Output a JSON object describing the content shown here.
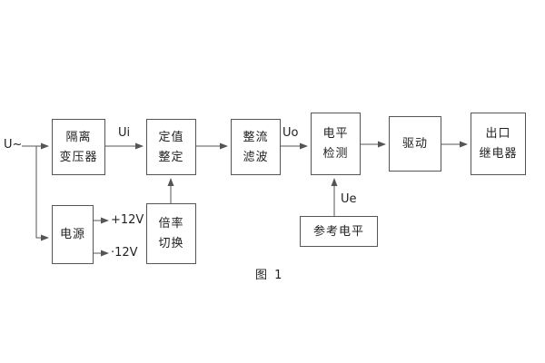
{
  "caption": "图 1",
  "input_label": "U~",
  "signals": {
    "ui": "Ui",
    "uo": "Uo",
    "ue": "Ue",
    "p12": "+12V",
    "n12": "·12V"
  },
  "blocks": {
    "transformer": [
      "隔离",
      "变压器"
    ],
    "setpoint": [
      "定值",
      "整定"
    ],
    "rectifier": [
      "整流",
      "滤波"
    ],
    "level": [
      "电平",
      "检测"
    ],
    "drive": [
      "驱动"
    ],
    "relay": [
      "出口",
      "继电器"
    ],
    "power": [
      "电源"
    ],
    "ratio": [
      "倍率",
      "切换"
    ],
    "reference": [
      "参考电平"
    ]
  },
  "colors": {
    "line": "#555555",
    "text": "#222222",
    "background": "#ffffff"
  }
}
